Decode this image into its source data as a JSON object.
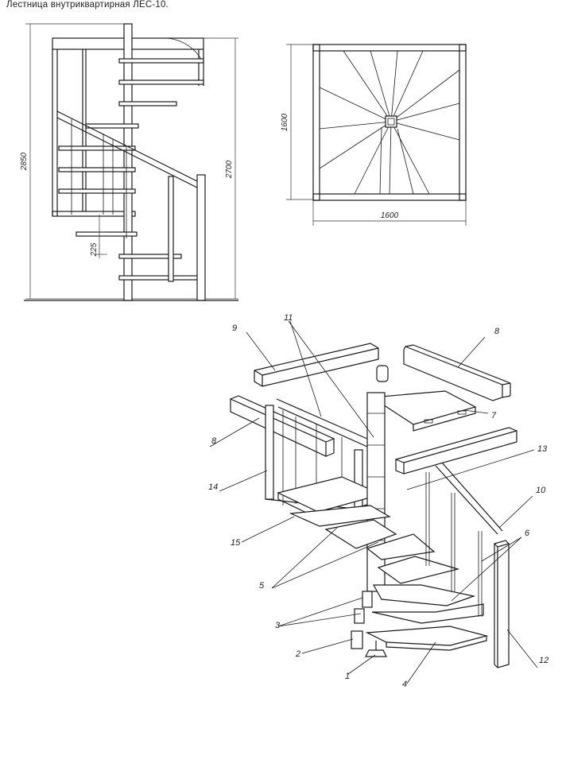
{
  "title": "Лестница внутриквартирная ЛЕС-10.",
  "dimensions": {
    "overall_height": "2850",
    "height_to_floor": "2700",
    "step_rise": "225",
    "plan_depth": "1600",
    "plan_width": "1600"
  },
  "callouts": {
    "c1": "1",
    "c2": "2",
    "c3": "3",
    "c4": "4",
    "c5": "5",
    "c6": "6",
    "c7": "7",
    "c8a": "8",
    "c8b": "8",
    "c9": "9",
    "c10": "10",
    "c11": "11",
    "c12": "12",
    "c13": "13",
    "c14": "14",
    "c15": "15"
  }
}
